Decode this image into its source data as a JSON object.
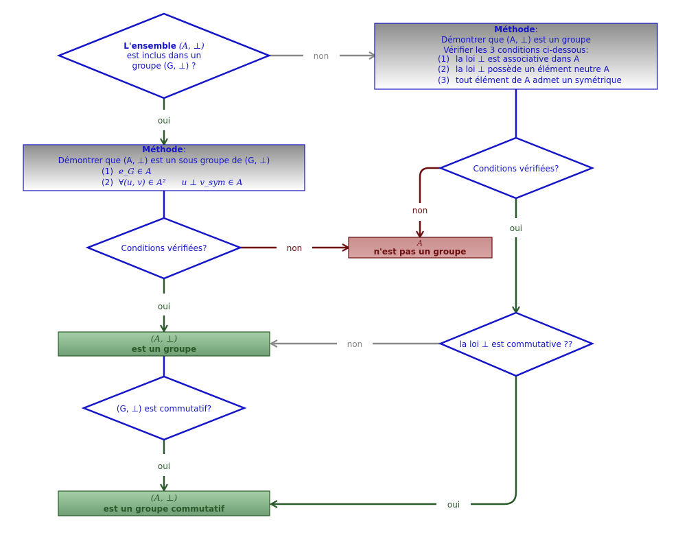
{
  "colors": {
    "blue": "#1515c8",
    "green": "#2a5a2a",
    "darkred": "#6b0f0f",
    "gray": "#888888",
    "green_fill": "#8fbf8f",
    "red_fill": "#c98f8f",
    "gray_fill": "#9a9a9a"
  },
  "q1": {
    "line1_bold": "L'ensemble",
    "line1_math": "(A, ⊥)",
    "line2": "est inclus dans un",
    "line3_math": "groupe (G, ⊥) ?"
  },
  "method1": {
    "title": "Méthode",
    "line1": "Démontrer que (A, ⊥) est un groupe",
    "line2": "Vérifier les 3 conditions ci-dessous:",
    "items": [
      {
        "num": "(1)",
        "text": "la loi ⊥ est associative dans A"
      },
      {
        "num": "(2)",
        "text": "la loi ⊥ possède un élément neutre A"
      },
      {
        "num": "(3)",
        "text": "tout élément de A admet un symétrique"
      }
    ]
  },
  "method2": {
    "title": "Méthode",
    "line1": "Démontrer que (A, ⊥) est un sous groupe de (G, ⊥)",
    "items": [
      {
        "num": "(1)",
        "text": "e_G ∈ A"
      },
      {
        "num": "(2)",
        "text": "∀(u, v) ∈ A²      u ⊥ v_sym ∈ A"
      }
    ]
  },
  "cond_left": "Conditions vérifiées?",
  "cond_right": "Conditions vérifiées?",
  "commut_q": "la loi ⊥ est commutative ??",
  "g_commut_q": "(G, ⊥) est commutatif?",
  "not_group": {
    "line1": "A",
    "line2": "n'est pas un groupe"
  },
  "is_group": {
    "line1": "(A, ⊥)",
    "line2": "est un groupe"
  },
  "is_commut_group": {
    "line1": "(A, ⊥)",
    "line2": "est un groupe commutatif"
  },
  "labels": {
    "non_top": "non",
    "oui_1": "oui",
    "non_red_right": "non",
    "non_red_left": "non",
    "oui_right": "oui",
    "oui_left": "oui",
    "non_gray": "non",
    "oui_bottom": "oui",
    "oui_final": "oui"
  }
}
